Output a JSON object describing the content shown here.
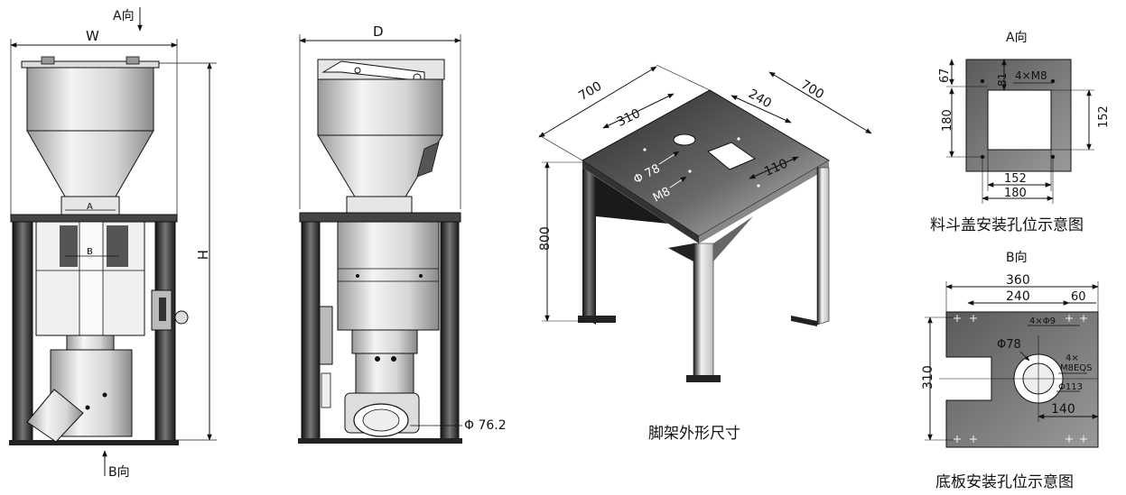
{
  "front_view": {
    "a_arrow": "A向",
    "b_arrow": "B向",
    "width_label": "W",
    "height_label": "H",
    "a_label": "A",
    "b_label": "B"
  },
  "side_view": {
    "depth_label": "D",
    "outlet_dia": "Φ 76.2"
  },
  "stand": {
    "dim_700_left": "700",
    "dim_700_right": "700",
    "dim_310": "310",
    "dim_240": "240",
    "dim_110": "110",
    "dim_800": "800",
    "hole_phi78": "Φ 78",
    "hole_m8": "M8",
    "caption": "脚架外形尺寸"
  },
  "lid": {
    "title": "A向",
    "dim_67": "67",
    "dim_81": "81",
    "dim_180_v": "180",
    "dim_152_v": "152",
    "dim_152_h": "152",
    "dim_180_h": "180",
    "holes": "4×M8",
    "caption": "料斗盖安装孔位示意图"
  },
  "base": {
    "title": "B向",
    "dim_360": "360",
    "dim_240": "240",
    "dim_60": "60",
    "dim_310": "310",
    "dim_140": "140",
    "holes_phi9": "4×Φ9",
    "phi78": "Φ78",
    "m8_count": "4×",
    "m8_type": "M8EQS",
    "phi113": "Φ113",
    "caption": "底板安装孔位示意图"
  }
}
